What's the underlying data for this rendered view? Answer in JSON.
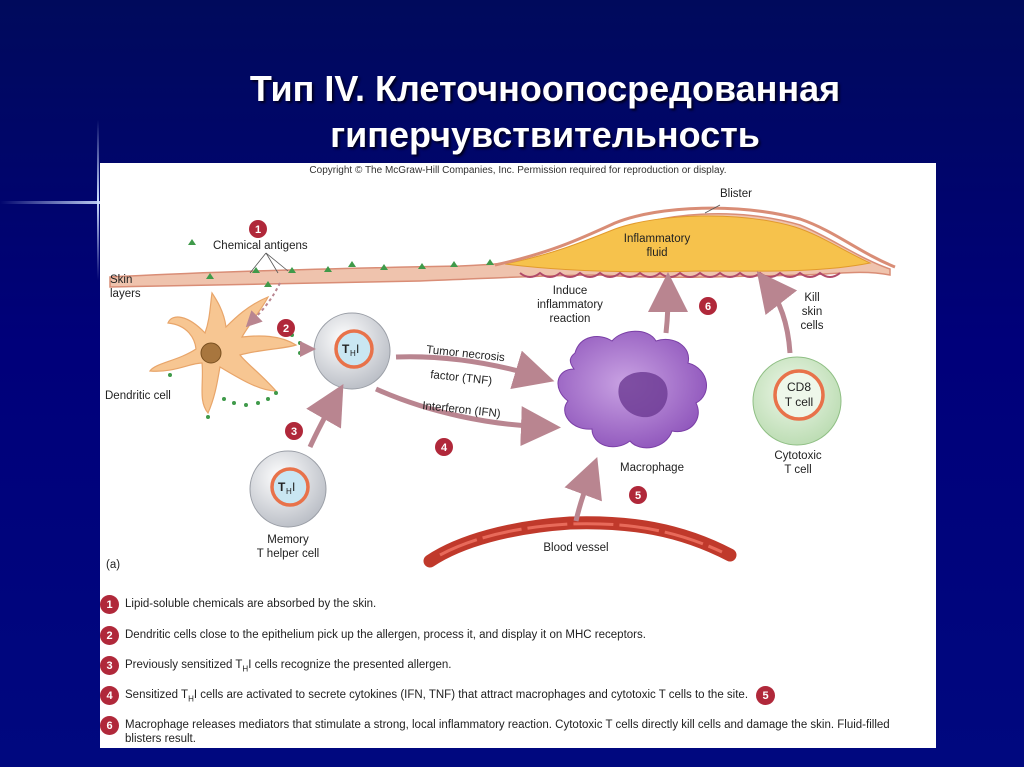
{
  "slide": {
    "title_line1": "Тип IV. Клеточноопосредованная",
    "title_line2": "гиперчувствительность"
  },
  "figure": {
    "copyright": "Copyright © The McGraw-Hill Companies, Inc. Permission required for reproduction or display.",
    "panel_label": "(a)",
    "labels": {
      "blister": "Blister",
      "inflammatory_fluid_1": "Inflammatory",
      "inflammatory_fluid_2": "fluid",
      "chemical_antigens": "Chemical antigens",
      "skin_layers_1": "Skin",
      "skin_layers_2": "layers",
      "dendritic_cell": "Dendritic cell",
      "th_main": "T",
      "th_sub": "H",
      "th_suffix": "I",
      "memory_1": "Memory",
      "memory_2": "T helper cell",
      "tnf_1": "Tumor necrosis",
      "tnf_2": "factor (TNF)",
      "ifn": "Interferon (IFN)",
      "induce_1": "Induce",
      "induce_2": "inflammatory",
      "induce_3": "reaction",
      "kill_1": "Kill",
      "kill_2": "skin",
      "kill_3": "cells",
      "cd8_1": "CD8",
      "cd8_2": "T cell",
      "cytotoxic_1": "Cytotoxic",
      "cytotoxic_2": "T cell",
      "macrophage": "Macrophage",
      "blood_vessel": "Blood vessel"
    },
    "step_numbers": [
      "1",
      "2",
      "3",
      "4",
      "5",
      "6"
    ]
  },
  "legend": [
    {
      "num": "1",
      "text": "Lipid-soluble chemicals are absorbed by the skin."
    },
    {
      "num": "2",
      "text": "Dendritic cells close to the epithelium pick up the allergen, process it, and display it on MHC receptors."
    },
    {
      "num": "3",
      "text_before": "Previously sensitized T",
      "sub": "H",
      "text_after": "I cells recognize the presented allergen."
    },
    {
      "num": "4",
      "text_before": "Sensitized T",
      "sub": "H",
      "text_after": "I cells are activated to secrete cytokines (IFN, TNF) that attract macrophages and cytotoxic T cells to the site.",
      "trailing_num": "5"
    },
    {
      "num": "6",
      "text": "Macrophage releases mediators that stimulate a strong, local inflammatory reaction. Cytotoxic T cells directly kill cells and damage the skin. Fluid-filled blisters result."
    }
  ],
  "colors": {
    "slide_bg": "#00007a",
    "step_badge": "#b0283a",
    "arrow": "#b98590",
    "skin": "#e9b59c",
    "blister_fluid": "#f6c24c",
    "dendritic": "#f7c692",
    "macrophage": "#9a62c4",
    "vessel": "#c0392b",
    "cd8_cell": "#cfe6c6"
  }
}
